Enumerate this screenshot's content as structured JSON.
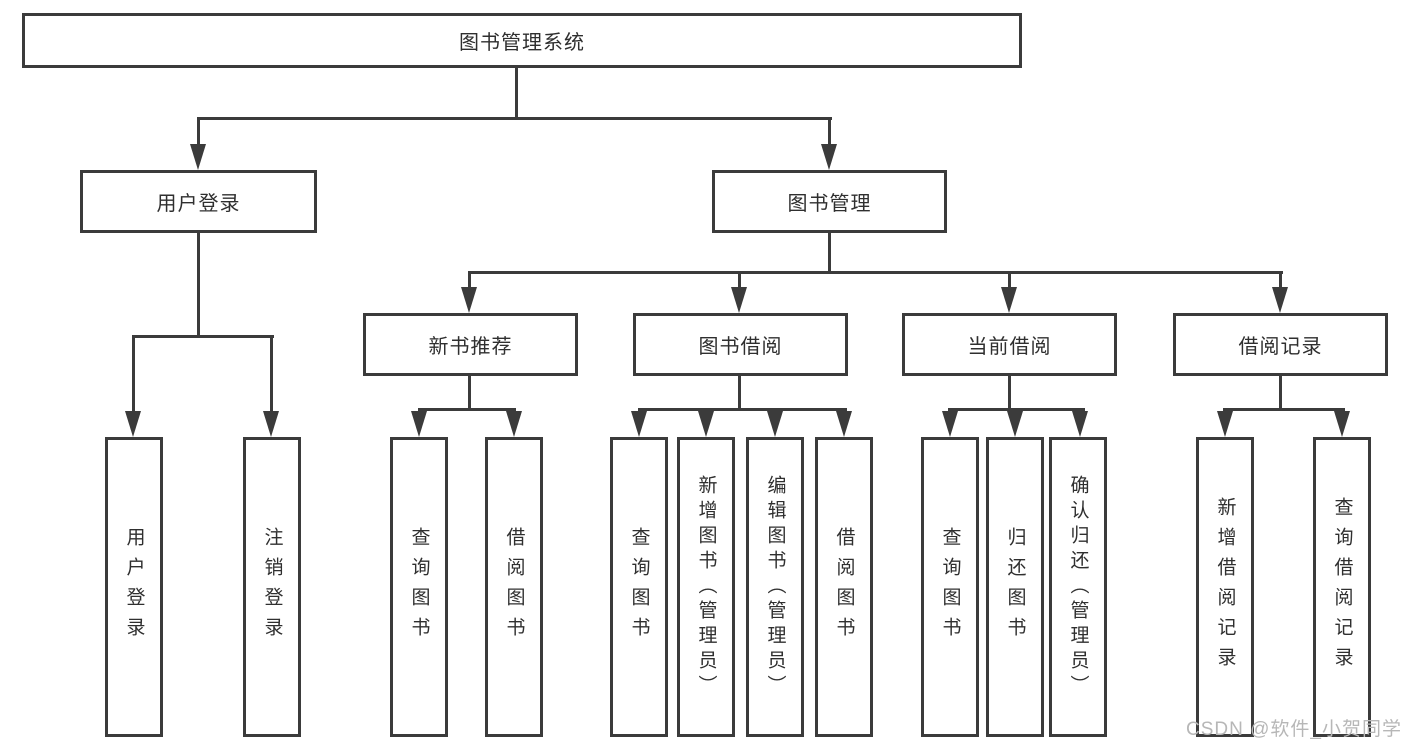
{
  "title": "图书管理系统",
  "branches": [
    {
      "label": "用户登录"
    },
    {
      "label": "图书管理"
    }
  ],
  "modules": [
    {
      "label": "新书推荐"
    },
    {
      "label": "图书借阅"
    },
    {
      "label": "当前借阅"
    },
    {
      "label": "借阅记录"
    }
  ],
  "leaves": [
    {
      "label": "用户登录",
      "parent": "用户登录"
    },
    {
      "label": "注销登录",
      "parent": "用户登录"
    },
    {
      "label": "查询图书",
      "parent": "新书推荐"
    },
    {
      "label": "借阅图书",
      "parent": "新书推荐"
    },
    {
      "label": "查询图书",
      "parent": "图书借阅"
    },
    {
      "label": "新增图书（管理员）",
      "parent": "图书借阅"
    },
    {
      "label": "编辑图书（管理员）",
      "parent": "图书借阅"
    },
    {
      "label": "借阅图书",
      "parent": "图书借阅"
    },
    {
      "label": "查询图书",
      "parent": "当前借阅"
    },
    {
      "label": "归还图书",
      "parent": "当前借阅"
    },
    {
      "label": "确认归还（管理员）",
      "parent": "当前借阅"
    },
    {
      "label": "新增借阅记录",
      "parent": "借阅记录"
    },
    {
      "label": "查询借阅记录",
      "parent": "借阅记录"
    }
  ],
  "watermark": "CSDN @软件_小贺同学",
  "colors": {
    "line": "#3b3b3b",
    "text": "#2f2f2f",
    "watermark": "#b7b7b7",
    "background": "#ffffff"
  }
}
